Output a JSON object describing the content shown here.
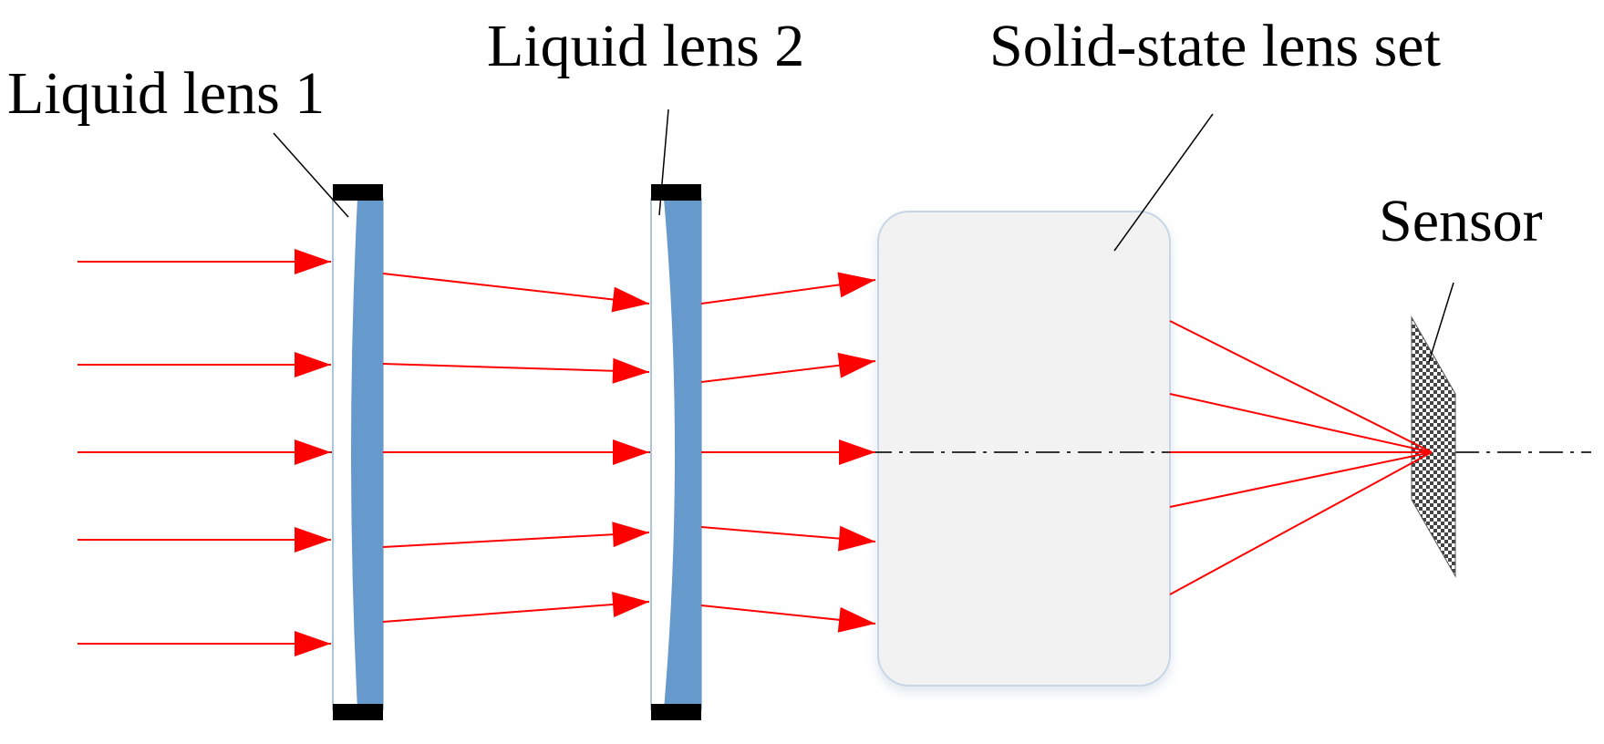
{
  "labels": {
    "liquid_lens_1": "Liquid lens 1",
    "liquid_lens_2": "Liquid lens 2",
    "solid_state_lens_set": "Solid-state lens set",
    "sensor": "Sensor"
  },
  "colors": {
    "ray": "#ff0000",
    "liquid": "#6699cc",
    "lens_body": "#ffffff",
    "lens_frame": "#b0c4d8",
    "cap": "#000000",
    "box_fill": "#f2f2f2",
    "box_stroke": "#c7d6e6",
    "axis": "#333333"
  },
  "icons": {
    "sensor": "checkered-sensor-icon"
  }
}
